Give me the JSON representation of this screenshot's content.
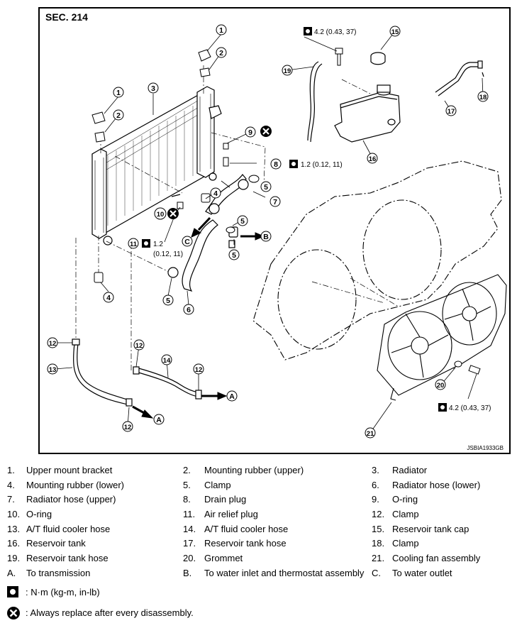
{
  "section": "SEC. 214",
  "figure_code": "JSBIA1933GB",
  "torques": {
    "reservoir_bolt": "4.2 (0.43, 37)",
    "drain_plug": "1.2 (0.12, 11)",
    "air_relief_value": "1.2",
    "air_relief_units": "(0.12, 11)",
    "fan_bolt": "4.2 (0.43, 37)"
  },
  "callouts": [
    "1",
    "2",
    "3",
    "4",
    "5",
    "6",
    "7",
    "8",
    "9",
    "10",
    "11",
    "12",
    "13",
    "14",
    "15",
    "16",
    "17",
    "18",
    "19",
    "20",
    "21",
    "A",
    "B",
    "C"
  ],
  "legend": [
    [
      {
        "n": "1.",
        "t": "Upper mount bracket"
      },
      {
        "n": "2.",
        "t": "Mounting rubber (upper)"
      },
      {
        "n": "3.",
        "t": "Radiator"
      }
    ],
    [
      {
        "n": "4.",
        "t": "Mounting rubber (lower)"
      },
      {
        "n": "5.",
        "t": "Clamp"
      },
      {
        "n": "6.",
        "t": "Radiator hose (lower)"
      }
    ],
    [
      {
        "n": "7.",
        "t": "Radiator hose (upper)"
      },
      {
        "n": "8.",
        "t": "Drain plug"
      },
      {
        "n": "9.",
        "t": "O-ring"
      }
    ],
    [
      {
        "n": "10.",
        "t": "O-ring"
      },
      {
        "n": "11.",
        "t": "Air relief plug"
      },
      {
        "n": "12.",
        "t": "Clamp"
      }
    ],
    [
      {
        "n": "13.",
        "t": "A/T fluid cooler hose"
      },
      {
        "n": "14.",
        "t": "A/T fluid cooler hose"
      },
      {
        "n": "15.",
        "t": "Reservoir tank cap"
      }
    ],
    [
      {
        "n": "16.",
        "t": "Reservoir tank"
      },
      {
        "n": "17.",
        "t": "Reservoir tank hose"
      },
      {
        "n": "18.",
        "t": "Clamp"
      }
    ],
    [
      {
        "n": "19.",
        "t": "Reservoir tank hose"
      },
      {
        "n": "20.",
        "t": "Grommet"
      },
      {
        "n": "21.",
        "t": "Cooling fan assembly"
      }
    ],
    [
      {
        "n": "A.",
        "t": "To transmission"
      },
      {
        "n": "B.",
        "t": "To water inlet and  thermostat assembly"
      },
      {
        "n": "C.",
        "t": "To water outlet"
      }
    ]
  ],
  "symbols": {
    "torque_text": ": N·m (kg-m, in-lb)",
    "replace_text": ": Always replace after every disassembly."
  }
}
